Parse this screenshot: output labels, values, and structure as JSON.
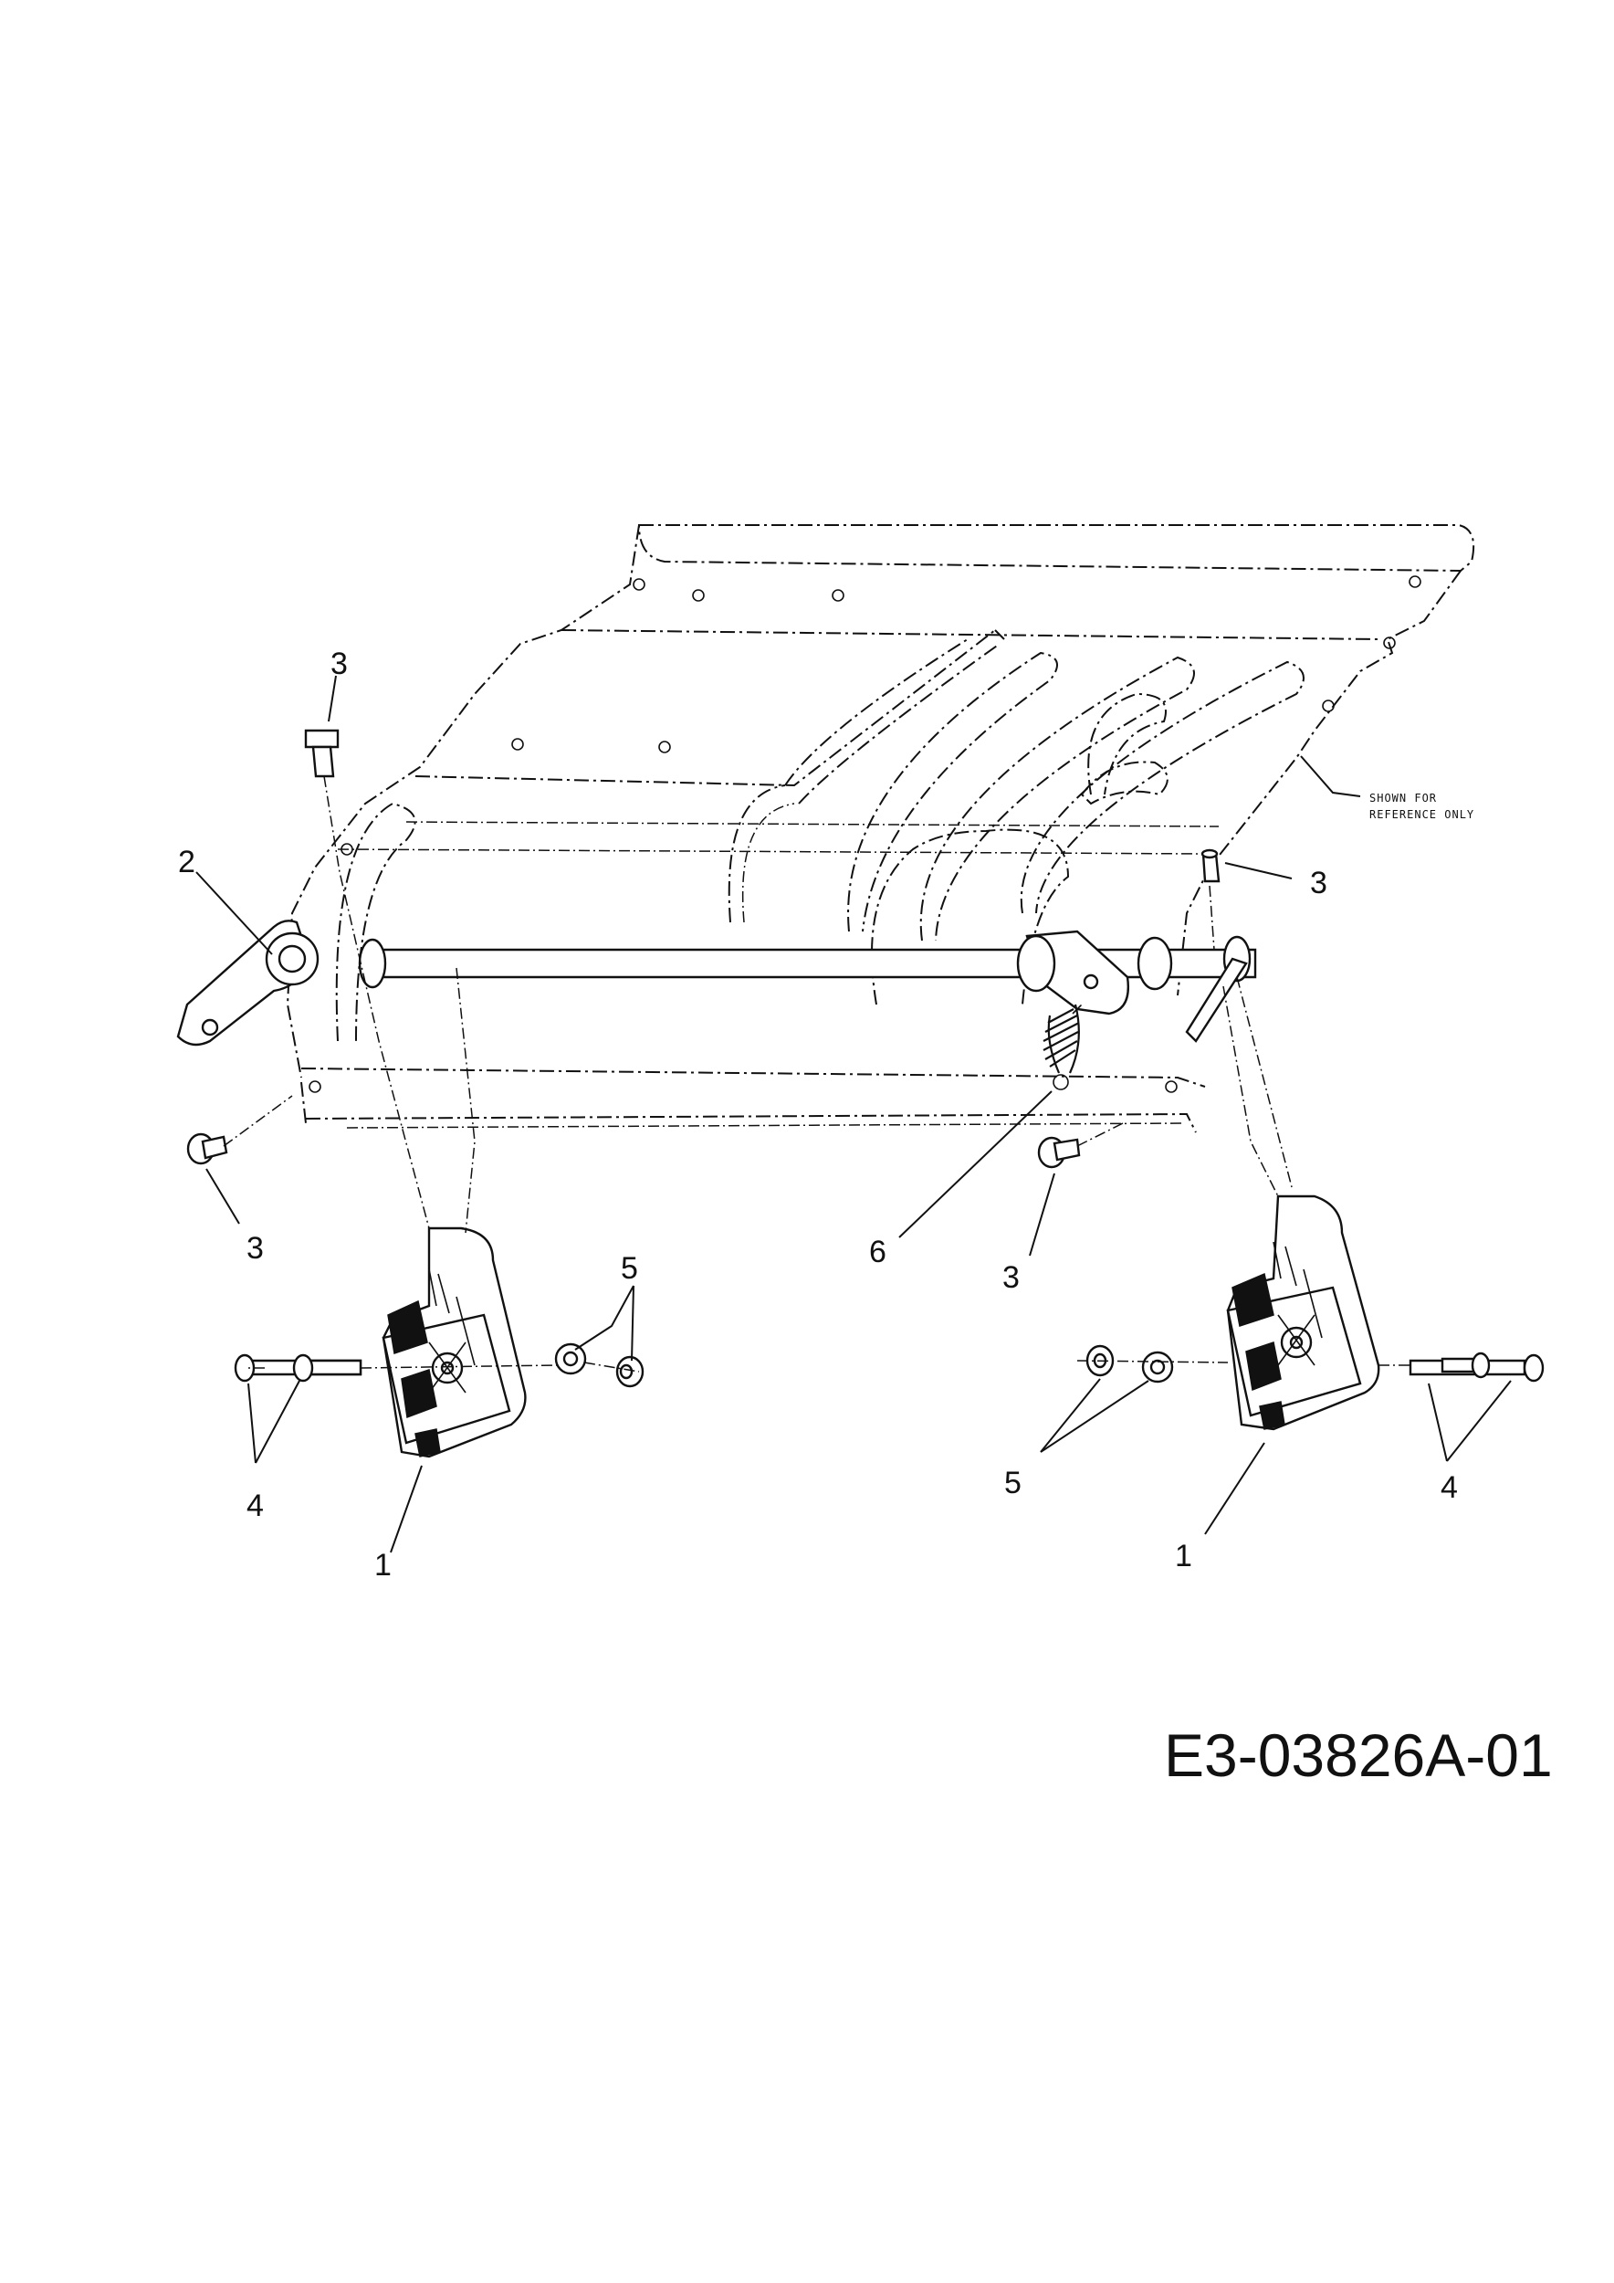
{
  "callouts": {
    "c1_left": "1",
    "c1_right": "1",
    "c2": "2",
    "c3_top": "3",
    "c3_right_top": "3",
    "c3_left_low": "3",
    "c3_mid_low": "3",
    "c4_left": "4",
    "c4_right": "4",
    "c5_left": "5",
    "c5_right": "5",
    "c6": "6"
  },
  "note": {
    "line1": "SHOWN FOR",
    "line2": "REFERENCE ONLY"
  },
  "figure_id": "E3-03826A-01"
}
